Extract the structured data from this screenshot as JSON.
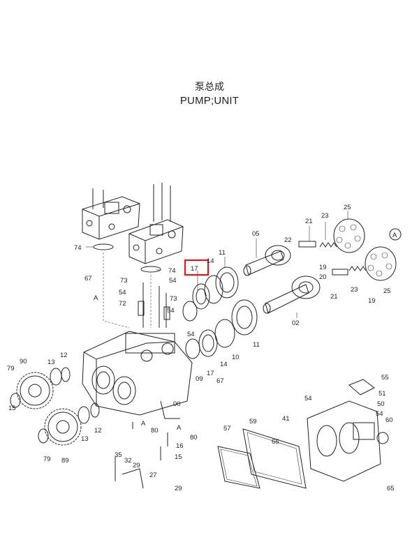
{
  "header": {
    "title_cn": "泵总成",
    "title_en": "PUMP;UNIT"
  },
  "highlight": {
    "label": "17",
    "color": "#e0191d"
  },
  "part_labels": [
    "74",
    "74",
    "67",
    "A",
    "73",
    "54",
    "72",
    "73",
    "54",
    "54",
    "17",
    "14",
    "11",
    "05",
    "21",
    "22",
    "23",
    "25",
    "A",
    "19",
    "20",
    "21",
    "23",
    "19",
    "25",
    "02",
    "11",
    "10",
    "14",
    "17",
    "09",
    "54",
    "67",
    "90",
    "79",
    "13",
    "12",
    "15",
    "13",
    "12",
    "79",
    "89",
    "00",
    "A",
    "80",
    "A",
    "80",
    "16",
    "15",
    "57",
    "59",
    "35",
    "32",
    "29",
    "27",
    "29",
    "55",
    "51",
    "54",
    "50",
    "41",
    "54",
    "65",
    "60",
    "65"
  ]
}
